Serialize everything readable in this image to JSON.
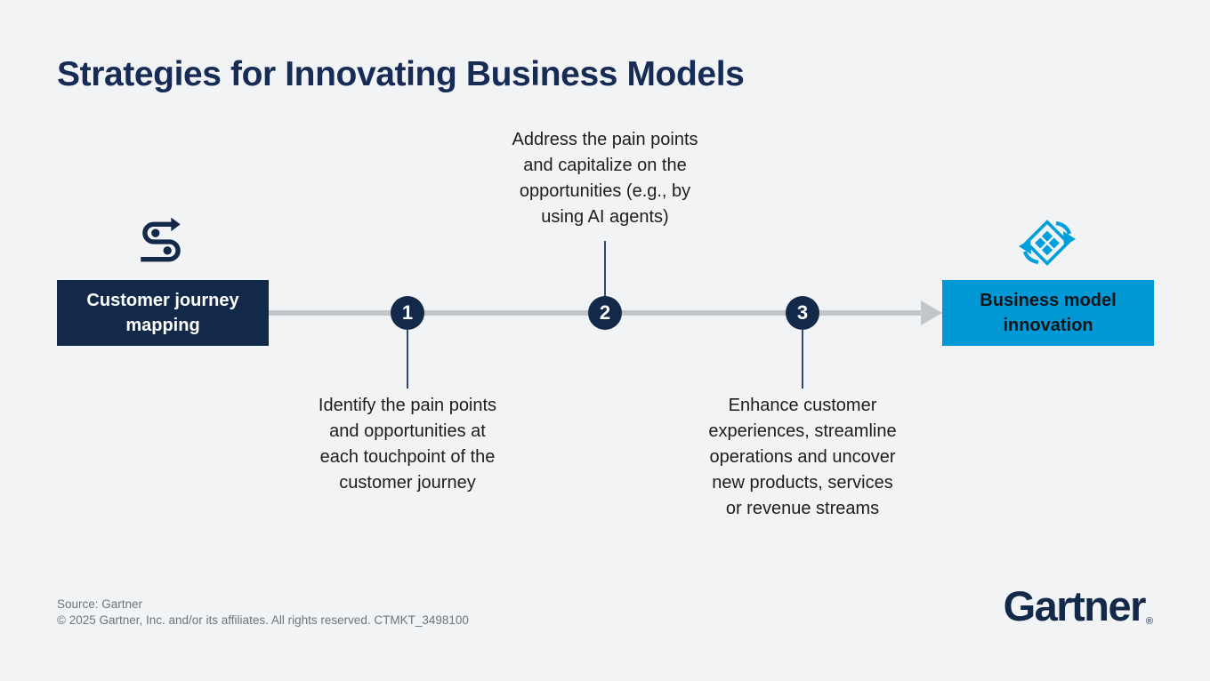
{
  "page": {
    "title": "Strategies for Innovating Business Models",
    "background_color": "#f2f3f4",
    "title_color": "#162b56"
  },
  "flow": {
    "start_node": {
      "label": "Customer journey\nmapping",
      "icon": "journey-path-icon",
      "bg_color": "#12294a",
      "text_color": "#ffffff"
    },
    "end_node": {
      "label": "Business model\ninnovation",
      "icon": "business-model-rotate-icon",
      "bg_color": "#0099d6",
      "text_color": "#101417"
    },
    "node_color": "#12294a",
    "accent_blue": "#00a0dc",
    "arrow_color": "#c3c6c9",
    "steps": [
      {
        "number": "1",
        "text_position": "below",
        "text": "Identify the pain points\nand opportunities at\neach touchpoint of the\ncustomer journey"
      },
      {
        "number": "2",
        "text_position": "above",
        "text": "Address the pain points\nand capitalize on the\nopportunities (e.g., by\nusing AI agents)"
      },
      {
        "number": "3",
        "text_position": "below",
        "text": "Enhance customer\nexperiences, streamline\noperations and uncover\nnew products, services\nor revenue streams"
      }
    ]
  },
  "footer": {
    "source": "Source: Gartner",
    "copyright": "© 2025 Gartner, Inc. and/or its affiliates. All rights reserved. CTMKT_3498100",
    "logo_text": "Gartner",
    "logo_mark": "®"
  }
}
